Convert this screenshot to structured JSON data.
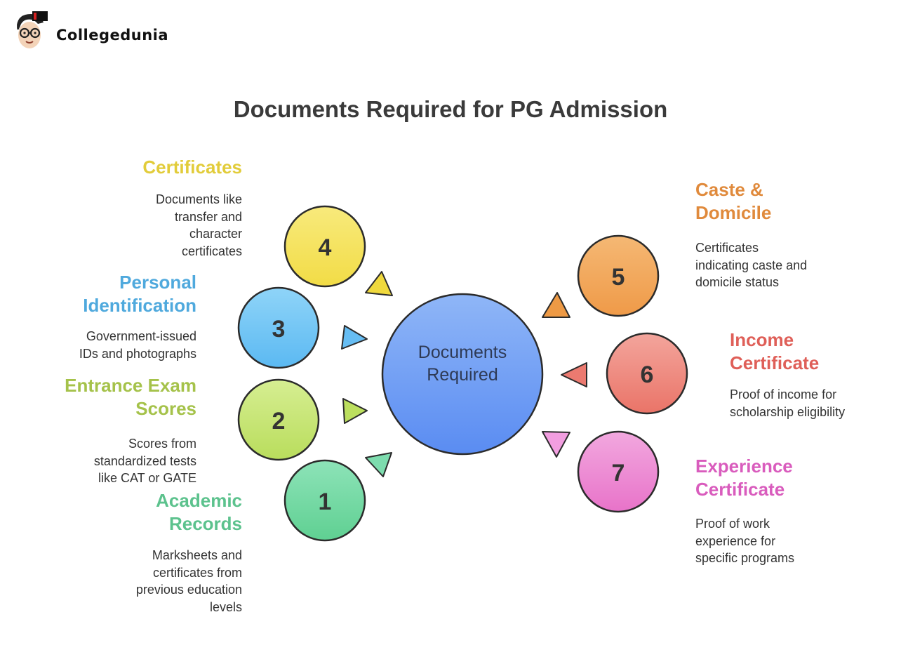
{
  "brand": {
    "name": "Collegedunia"
  },
  "title": "Documents Required for PG Admission",
  "center": {
    "line1": "Documents",
    "line2": "Required",
    "color": "#6f9ef5"
  },
  "items": [
    {
      "number": "1",
      "title_line1": "Academic",
      "title_line2": "Records",
      "desc": [
        "Marksheets and",
        "certificates from",
        "previous education",
        "levels"
      ],
      "color": "#6dd9a3",
      "title_color": "#5cc28d"
    },
    {
      "number": "2",
      "title_line1": "Entrance Exam",
      "title_line2": "Scores",
      "desc": [
        "Scores from",
        "standardized tests",
        "like CAT or GATE"
      ],
      "color": "#c9e77a",
      "title_color": "#a5c24a"
    },
    {
      "number": "3",
      "title_line1": "Personal",
      "title_line2": "Identification",
      "desc": [
        "Government-issued",
        "IDs and photographs"
      ],
      "color": "#72c7f5",
      "title_color": "#4fa9dd"
    },
    {
      "number": "4",
      "title_line1": "Certificates",
      "title_line2": "",
      "desc": [
        "Documents like",
        "transfer and",
        "character",
        "certificates"
      ],
      "color": "#f5e35c",
      "title_color": "#e2cc3a"
    },
    {
      "number": "5",
      "title_line1": "Caste &",
      "title_line2": "Domicile",
      "desc": [
        "Certificates",
        "indicating caste and",
        "domicile status"
      ],
      "color": "#f2a55a",
      "title_color": "#e08a3c"
    },
    {
      "number": "6",
      "title_line1": "Income",
      "title_line2": "Certificate",
      "desc": [
        "Proof of income for",
        "scholarship eligibility"
      ],
      "color": "#f08a80",
      "title_color": "#df5f58"
    },
    {
      "number": "7",
      "title_line1": "Experience",
      "title_line2": "Certificate",
      "desc": [
        "Proof of work",
        "experience for",
        "specific programs"
      ],
      "color": "#ef8fd6",
      "title_color": "#d95cbd"
    }
  ]
}
